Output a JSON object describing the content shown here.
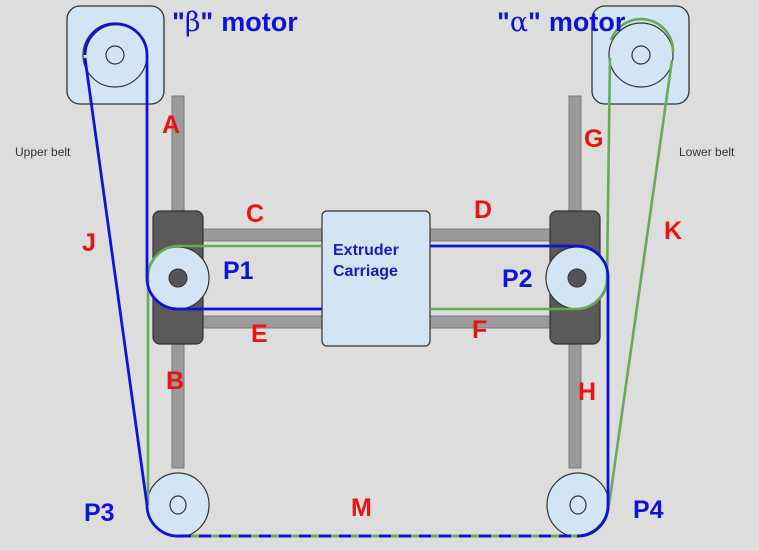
{
  "colors": {
    "background": "#dddddd",
    "upper_belt": "#1111dd",
    "lower_belt": "#6aaa55",
    "segment_label": "#ee1111",
    "pulley_label": "#1111dd",
    "pulley_fill": "#d3e4f5",
    "block_fill": "#5a5a5a",
    "rail_fill": "#9a9a9a"
  },
  "motors": {
    "beta": {
      "quote_open": "\"",
      "symbol": "β",
      "quote_close": "\"",
      "word": "motor"
    },
    "alpha": {
      "quote_open": "\"",
      "symbol": "α",
      "quote_close": "\"",
      "word": "motor"
    }
  },
  "belt_labels": {
    "upper": "Upper belt",
    "lower": "Lower belt"
  },
  "carriage": {
    "line1": "Extruder",
    "line2": "Carriage"
  },
  "pulleys": {
    "p1": "P1",
    "p2": "P2",
    "p3": "P3",
    "p4": "P4"
  },
  "segments": {
    "a": "A",
    "b": "B",
    "c": "C",
    "d": "D",
    "e": "E",
    "f": "F",
    "g": "G",
    "h": "H",
    "j": "J",
    "k": "K",
    "m": "M"
  }
}
